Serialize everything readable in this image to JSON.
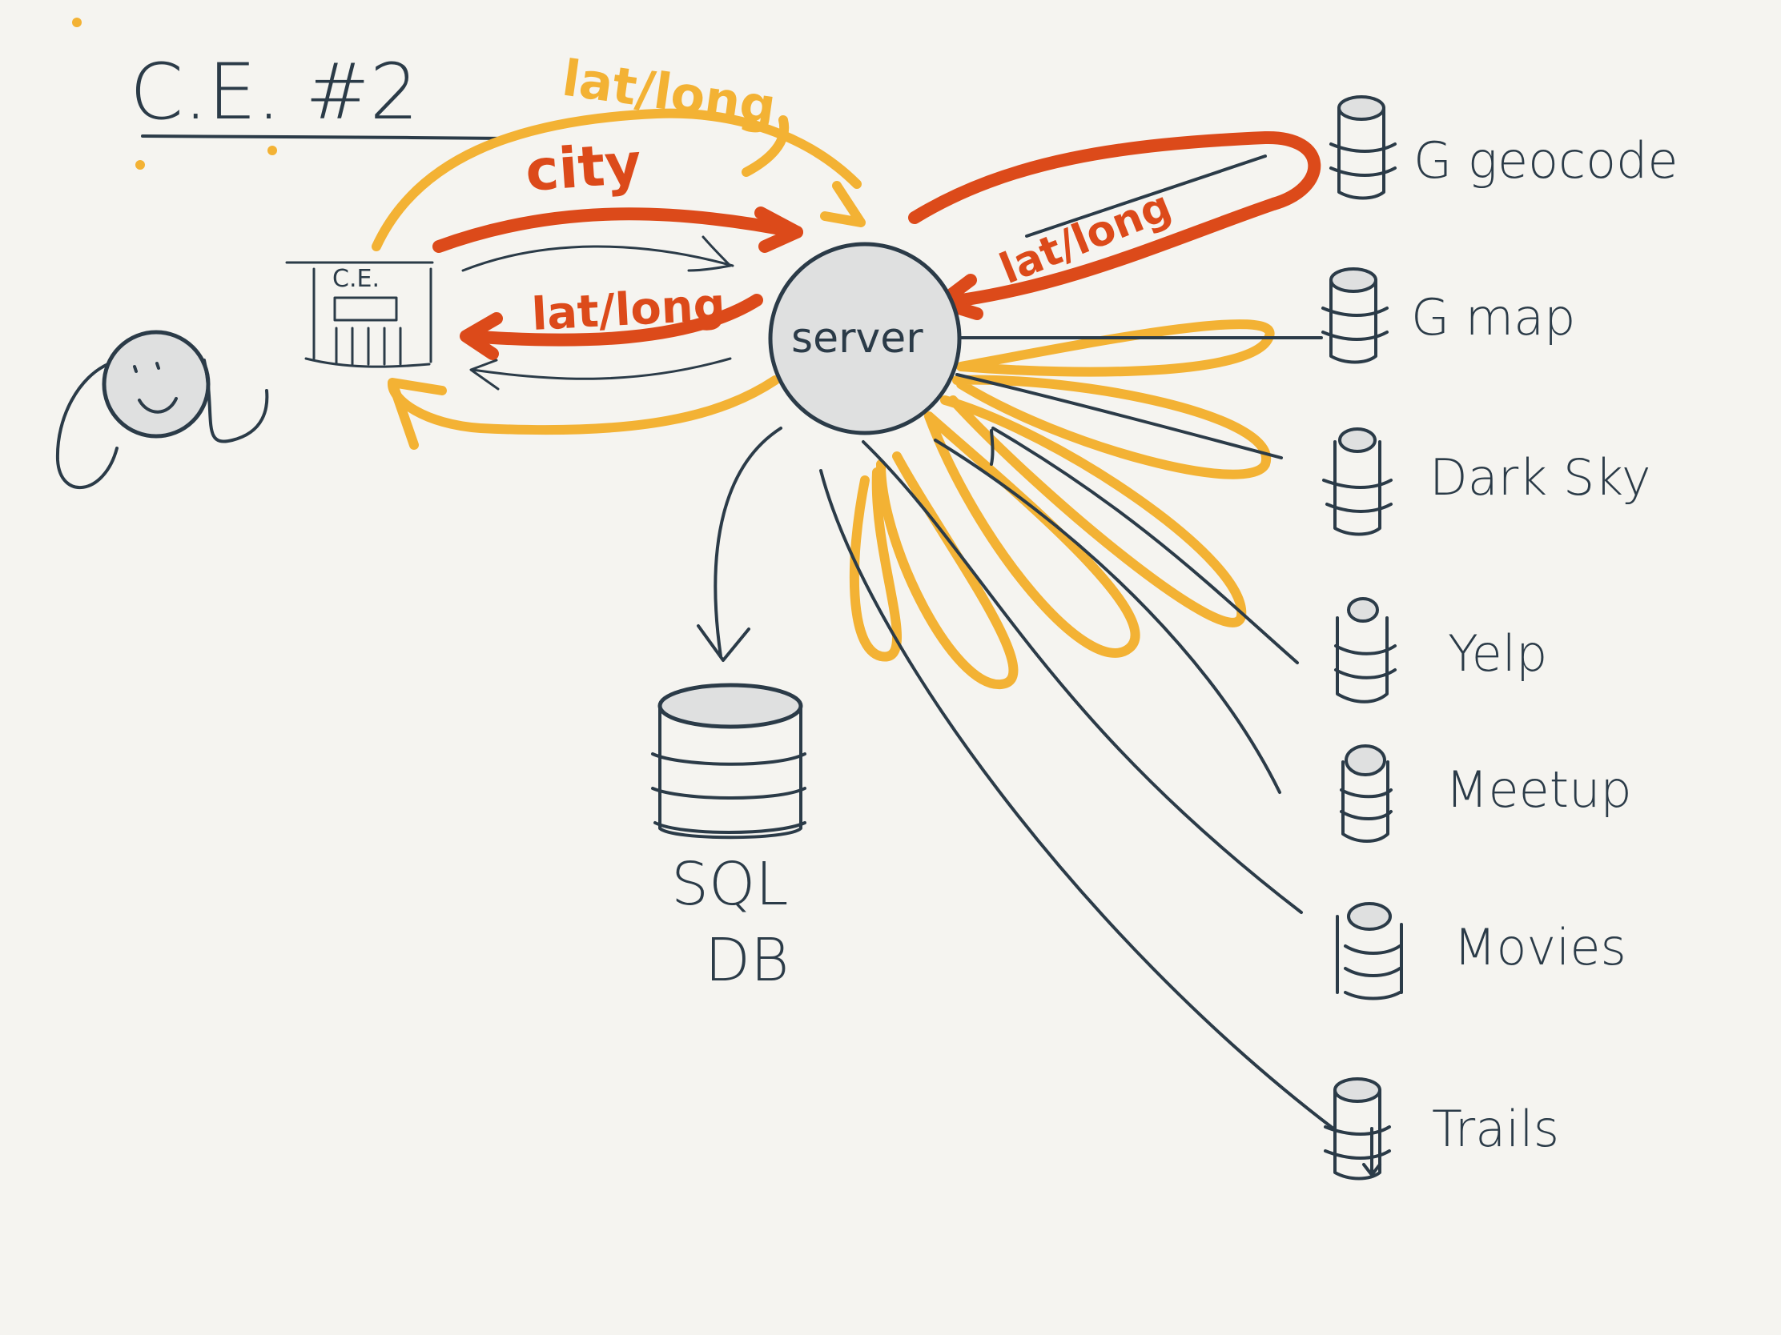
{
  "title": "C.E. #2",
  "client_box_label": "C.E.",
  "server_label": "server",
  "database": {
    "line1": "SQL",
    "line2": "DB"
  },
  "flow_labels": {
    "city": "city",
    "latlong_top": "lat/long",
    "latlong_return": "lat/long",
    "latlong_geocode": "lat/long"
  },
  "apis": [
    {
      "label": "G geocode"
    },
    {
      "label": "G map"
    },
    {
      "label": "Dark Sky"
    },
    {
      "label": "Yelp"
    },
    {
      "label": "Meetup"
    },
    {
      "label": "Movies"
    },
    {
      "label": "Trails"
    }
  ],
  "colors": {
    "ink": "#2b3b48",
    "yellow": "#f3b234",
    "red": "#dc4a1a",
    "node_fill": "#dfe0e0",
    "paper": "#f5f4f0"
  }
}
